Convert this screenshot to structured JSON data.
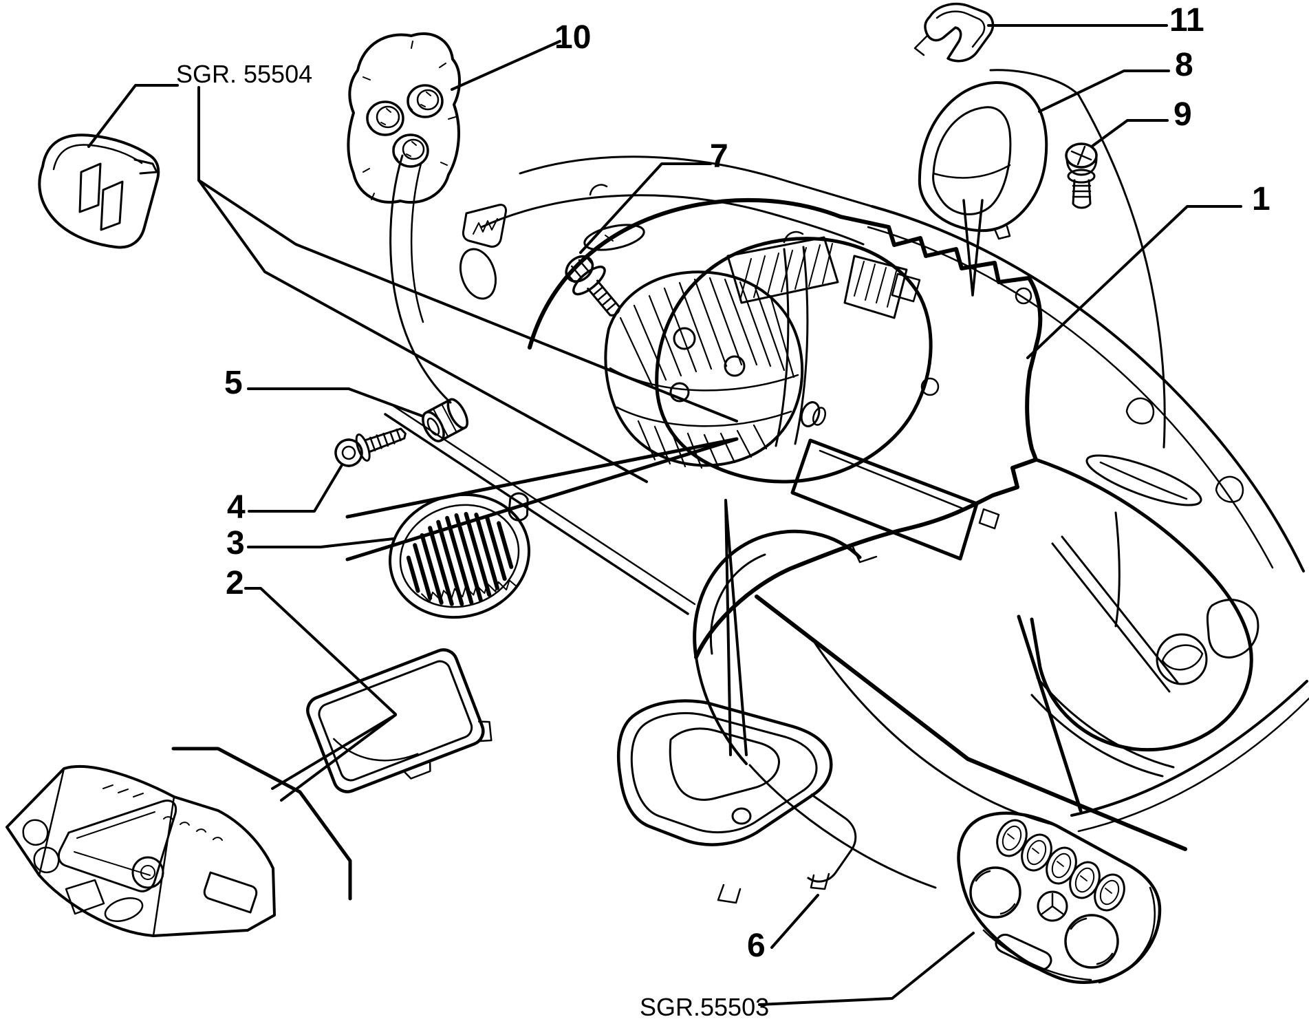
{
  "diagram": {
    "ink_color": "#000000",
    "paper_color": "#ffffff",
    "callouts": {
      "sgr55504": "SGR. 55504",
      "n10": "10",
      "n11": "11",
      "n8": "8",
      "n9": "9",
      "n1": "1",
      "n7": "7",
      "n5": "5",
      "n4": "4",
      "n3": "3",
      "n2": "2",
      "n6": "6",
      "sgr55503": "SGR.55503"
    }
  }
}
